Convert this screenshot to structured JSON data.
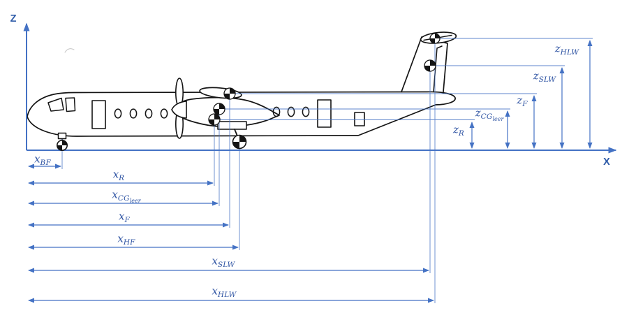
{
  "figure": {
    "description": "Side-view schematic of a twin turboprop aircraft with component center-of-gravity markers and coordinate dimensions",
    "background": "#FFFFFF"
  },
  "colors": {
    "construction_line": "#4472C4",
    "label_text": "#2F54A3",
    "axis_label_text": "#2E5BA8",
    "drawing_outline": "#141414"
  },
  "axes": {
    "vertical_label": "Z",
    "horizontal_label": "X"
  },
  "x_dimensions": [
    {
      "name": "x_BF",
      "base": "x",
      "sub": "BF",
      "subsub": ""
    },
    {
      "name": "x_R",
      "base": "x",
      "sub": "R",
      "subsub": ""
    },
    {
      "name": "x_CG_leer",
      "base": "x",
      "sub": "CG",
      "subsub": "leer"
    },
    {
      "name": "x_F",
      "base": "x",
      "sub": "F",
      "subsub": ""
    },
    {
      "name": "x_HF",
      "base": "x",
      "sub": "HF",
      "subsub": ""
    },
    {
      "name": "x_SLW",
      "base": "x",
      "sub": "SLW",
      "subsub": ""
    },
    {
      "name": "x_HLW",
      "base": "x",
      "sub": "HLW",
      "subsub": ""
    }
  ],
  "z_dimensions": [
    {
      "name": "z_R",
      "base": "z",
      "sub": "R",
      "subsub": ""
    },
    {
      "name": "z_CG_leer",
      "base": "z",
      "sub": "CG",
      "subsub": "leer"
    },
    {
      "name": "z_F",
      "base": "z",
      "sub": "F",
      "subsub": ""
    },
    {
      "name": "z_SLW",
      "base": "z",
      "sub": "SLW",
      "subsub": ""
    },
    {
      "name": "z_HLW",
      "base": "z",
      "sub": "HLW",
      "subsub": ""
    }
  ],
  "cg_markers": [
    "horizontal-tailplane-cg",
    "vertical-tail-cg",
    "wing-cg",
    "empty-weight-cg",
    "fuselage-cg",
    "main-gear-wheel",
    "nose-gear-wheel"
  ]
}
